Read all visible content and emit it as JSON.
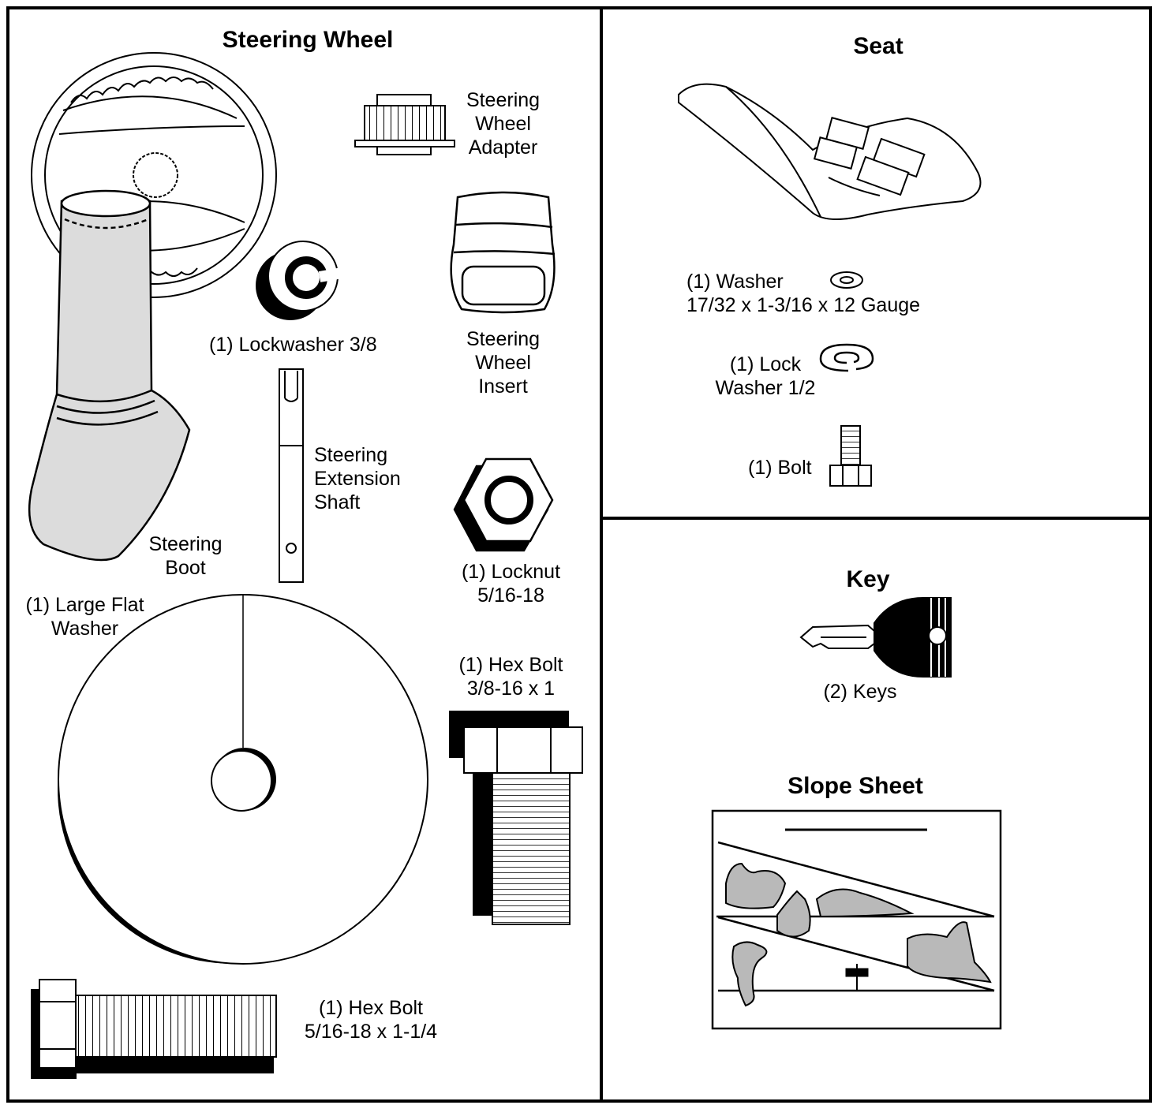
{
  "sections": {
    "steering": {
      "title": "Steering Wheel"
    },
    "seat": {
      "title": "Seat"
    },
    "key": {
      "title": "Key"
    },
    "slope": {
      "title": "Slope Sheet"
    }
  },
  "labels": {
    "adapter": "Steering\nWheel\nAdapter",
    "lockwasher": "(1) Lockwasher 3/8",
    "insert": "Steering\nWheel\nInsert",
    "extension": "Steering\nExtension\nShaft",
    "boot": "Steering\nBoot",
    "locknut": "(1) Locknut\n5/16-18",
    "flat_washer": "(1) Large Flat\nWasher",
    "hex_bolt_a": "(1) Hex Bolt\n3/8-16 x 1",
    "hex_bolt_b": "(1) Hex Bolt\n5/16-18 x 1-1/4",
    "seat_washer": "(1) Washer\n17/32 x 1-3/16 x 12 Gauge",
    "lock_washer": "(1) Lock\nWasher 1/2",
    "seat_bolt": "(1) Bolt",
    "keys": "(2) Keys"
  },
  "colors": {
    "line": "#000000",
    "shade": "#b9b9b9",
    "boot": "#dcdcdc"
  }
}
